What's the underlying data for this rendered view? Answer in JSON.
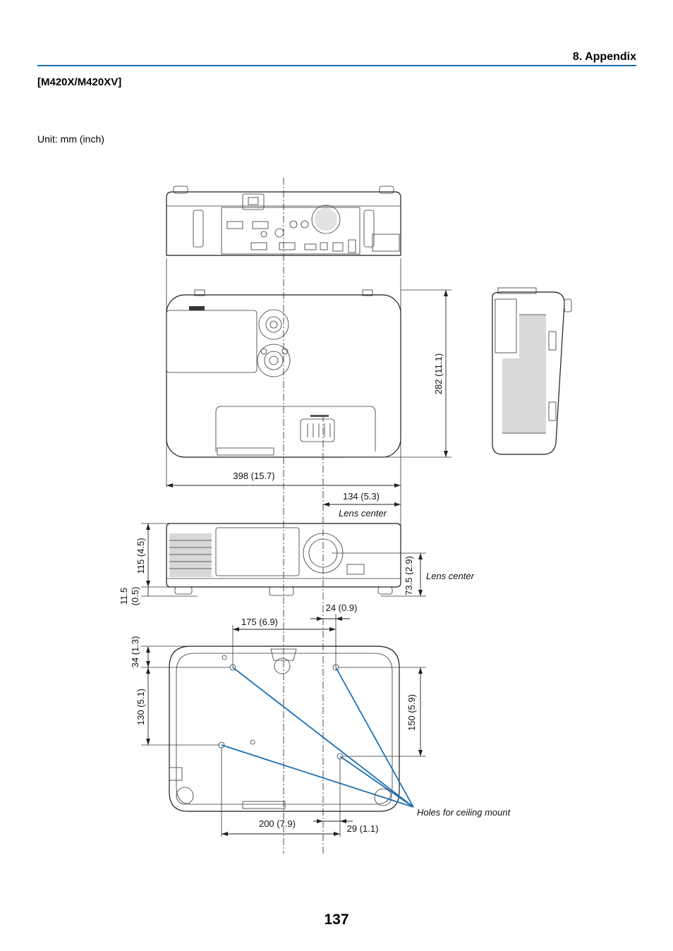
{
  "header": {
    "section_title": "8. Appendix",
    "accent_color": "#1e6fb0"
  },
  "model_title": "[M420X/M420XV]",
  "unit_label": "Unit: mm (inch)",
  "dimensions": {
    "width": "398 (15.7)",
    "depth": "282 (11.1)",
    "lens_offset": "134 (5.3)",
    "lens_center_top": "Lens center",
    "height": "115 (4.5)",
    "foot_height_line1": "11.5",
    "foot_height_line2": "(0.5)",
    "lens_height": "73.5 (2.9)",
    "lens_center_side": "Lens center",
    "hole_spacing_rear": "175 (6.9)",
    "hole_offset_rear": "24 (0.9)",
    "hole_front_margin": "34 (1.3)",
    "hole_depth_left": "130 (5.1)",
    "hole_depth_right": "150 (5.9)",
    "hole_spacing_front": "200 (7.9)",
    "hole_offset_front": "29 (1.1)",
    "holes_label": "Holes for ceiling mount"
  },
  "page_number": "137"
}
